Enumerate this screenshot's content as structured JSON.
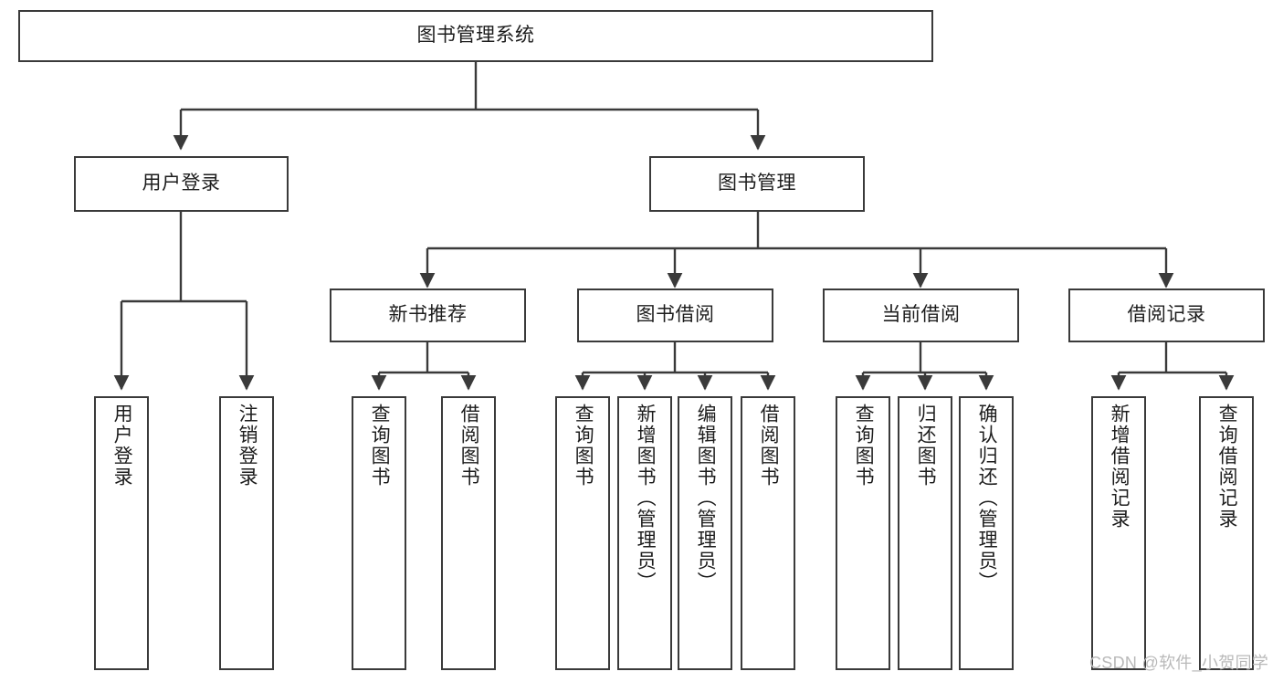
{
  "diagram": {
    "title": "图书管理系统",
    "type": "hierarchy-tree",
    "background_color": "#ffffff",
    "box_border_color": "#3a3a3a",
    "connector_color": "#3a3a3a",
    "watermark": "CSDN @软件_小贺同学",
    "levels": [
      {
        "level": 0,
        "nodes": [
          {
            "id": "root",
            "label": "图书管理系统"
          }
        ]
      },
      {
        "level": 1,
        "nodes": [
          {
            "id": "user-login",
            "label": "用户登录",
            "parent": "root"
          },
          {
            "id": "book-manage",
            "label": "图书管理",
            "parent": "root"
          }
        ]
      },
      {
        "level": 2,
        "nodes": [
          {
            "id": "new-book-recommend",
            "label": "新书推荐",
            "parent": "book-manage"
          },
          {
            "id": "book-borrow",
            "label": "图书借阅",
            "parent": "book-manage"
          },
          {
            "id": "current-borrow",
            "label": "当前借阅",
            "parent": "book-manage"
          },
          {
            "id": "borrow-record",
            "label": "借阅记录",
            "parent": "book-manage"
          }
        ]
      },
      {
        "level": 3,
        "nodes": [
          {
            "id": "leaf-user-login",
            "label": "用户登录",
            "parent": "user-login"
          },
          {
            "id": "leaf-user-logout",
            "label": "注销登录",
            "parent": "user-login"
          },
          {
            "id": "leaf-query-book-1",
            "label": "查询图书",
            "parent": "new-book-recommend"
          },
          {
            "id": "leaf-borrow-book-1",
            "label": "借阅图书",
            "parent": "new-book-recommend"
          },
          {
            "id": "leaf-query-book-2",
            "label": "查询图书",
            "parent": "book-borrow"
          },
          {
            "id": "leaf-add-book",
            "label": "新增图书（管理员）",
            "parent": "book-borrow"
          },
          {
            "id": "leaf-edit-book",
            "label": "编辑图书（管理员）",
            "parent": "book-borrow"
          },
          {
            "id": "leaf-borrow-book-2",
            "label": "借阅图书",
            "parent": "book-borrow"
          },
          {
            "id": "leaf-query-book-3",
            "label": "查询图书",
            "parent": "current-borrow"
          },
          {
            "id": "leaf-return-book",
            "label": "归还图书",
            "parent": "current-borrow"
          },
          {
            "id": "leaf-confirm-return",
            "label": "确认归还（管理员）",
            "parent": "current-borrow"
          },
          {
            "id": "leaf-add-record",
            "label": "新增借阅记录",
            "parent": "borrow-record"
          },
          {
            "id": "leaf-query-record",
            "label": "查询借阅记录",
            "parent": "borrow-record"
          }
        ]
      }
    ]
  }
}
